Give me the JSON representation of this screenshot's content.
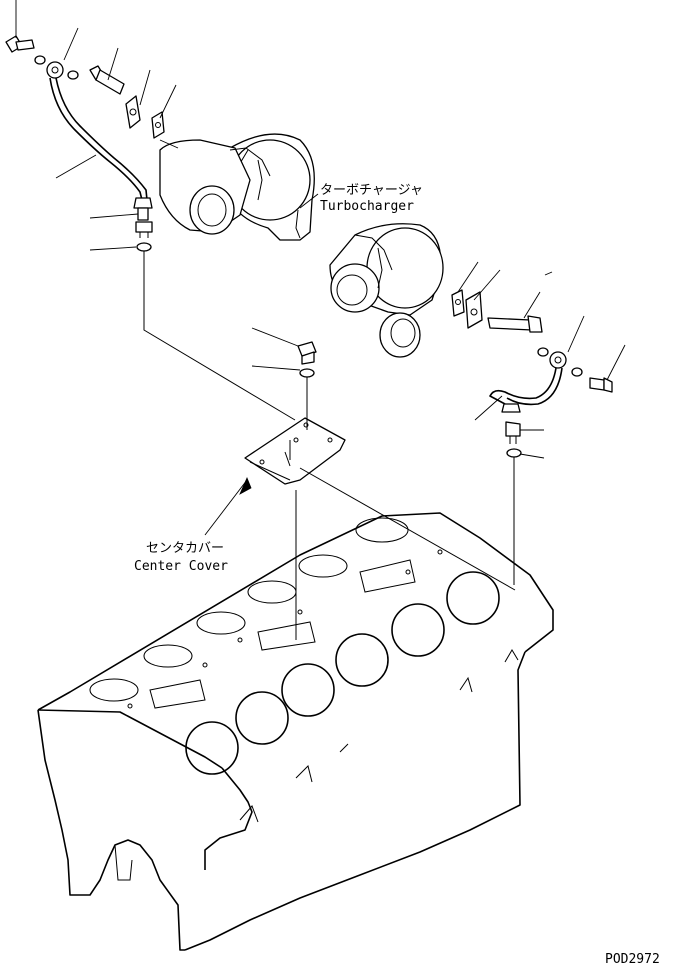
{
  "labels": {
    "turbocharger_jp": "ターボチャージャ",
    "turbocharger_en": "Turbocharger",
    "center_cover_jp": "センタカバー",
    "center_cover_en": "Center Cover",
    "drawing_number": "POD2972"
  }
}
